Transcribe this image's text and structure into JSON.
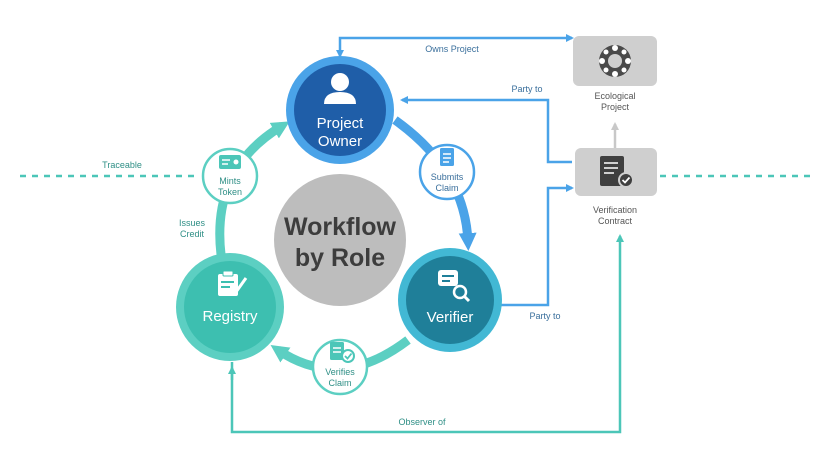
{
  "center": {
    "line1": "Workflow",
    "line2": "by Role"
  },
  "roles": {
    "project_owner": {
      "line1": "Project",
      "line2": "Owner"
    },
    "verifier": {
      "label": "Verifier"
    },
    "registry": {
      "label": "Registry"
    }
  },
  "steps": {
    "submits_claim": {
      "line1": "Submits",
      "line2": "Claim"
    },
    "verifies_claim": {
      "line1": "Verifies",
      "line2": "Claim"
    },
    "mints_token": {
      "line1": "Mints",
      "line2": "Token"
    }
  },
  "side_labels": {
    "issues_credit": {
      "line1": "Issues",
      "line2": "Credit"
    },
    "traceable": "Traceable"
  },
  "entities": {
    "ecological_project": {
      "line1": "Ecological",
      "line2": "Project"
    },
    "verification_contract": {
      "line1": "Verification",
      "line2": "Contract"
    }
  },
  "relations": {
    "owns_project": "Owns Project",
    "party_to_owner": "Party to",
    "party_to_verifier": "Party to",
    "observer_of": "Observer of"
  },
  "colors": {
    "owner": "#1f5ea8",
    "owner_ring": "#4aa3e8",
    "verifier": "#1f7f99",
    "verifier_ring": "#42b8d4",
    "registry": "#3dbfb0",
    "cycle_teal": "#5ccfc2",
    "cycle_blue": "#4aa3e8",
    "center": "#bdbdbd",
    "center_text": "#3d3d3d",
    "gray_box": "#cfcfcf",
    "line_blue": "#4aa3e8",
    "line_teal": "#4cc6b8",
    "label_text": "#3a6f9c"
  }
}
